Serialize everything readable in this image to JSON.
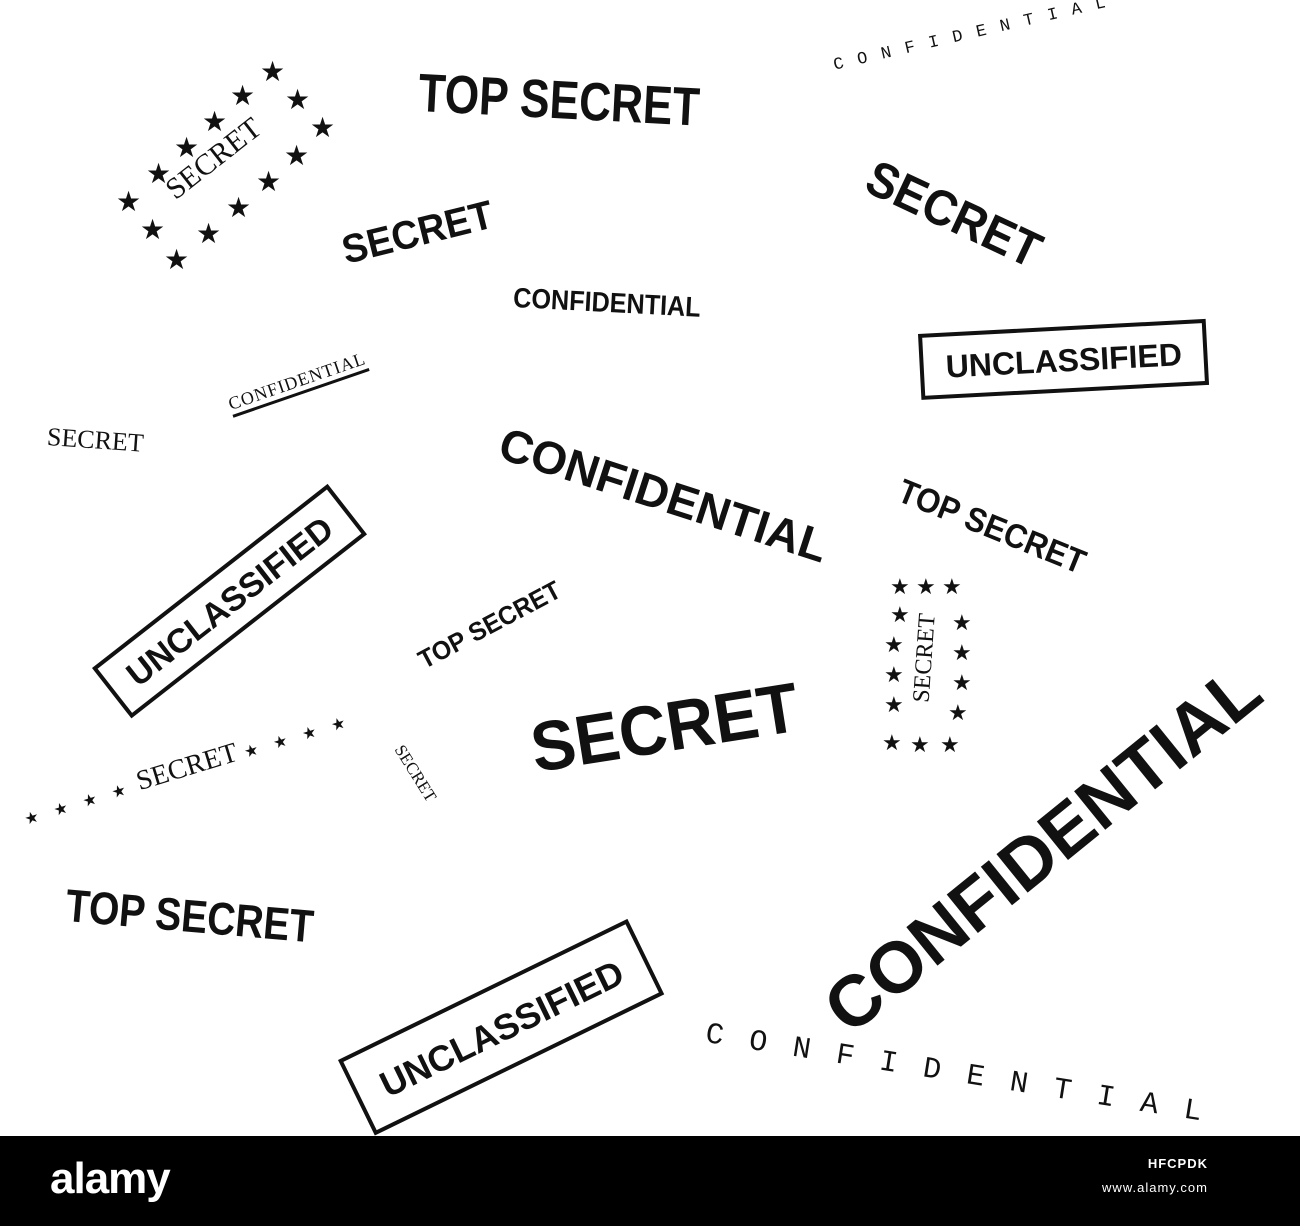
{
  "stamps": {
    "s1": "TOP SECRET",
    "s2": "C O N F I D E N T I A L",
    "s3": "SECRET",
    "s4": "SECRET",
    "s5": "SECRET",
    "s6": "CONFIDENTIAL",
    "s7": "UNCLASSIFIED",
    "s8": "CONFIDENTIAL",
    "s9": "SECRET",
    "s10": "CONFIDENTIAL",
    "s11": "TOP SECRET",
    "s12": "UNCLASSIFIED",
    "s13": "TOP SECRET",
    "s14": "SECRET",
    "s15": "SECRET",
    "s16": "SECRET",
    "s17": "SECRET",
    "s18": "CONFIDENTIAL",
    "s19": "TOP SECRET",
    "s20": "UNCLASSIFIED",
    "s21": "C O N F I D E N T I A L"
  },
  "footer": {
    "brand": "alamy",
    "image_id": "HFCPDK",
    "site": "www.alamy.com"
  },
  "icons": {
    "star": "★"
  }
}
